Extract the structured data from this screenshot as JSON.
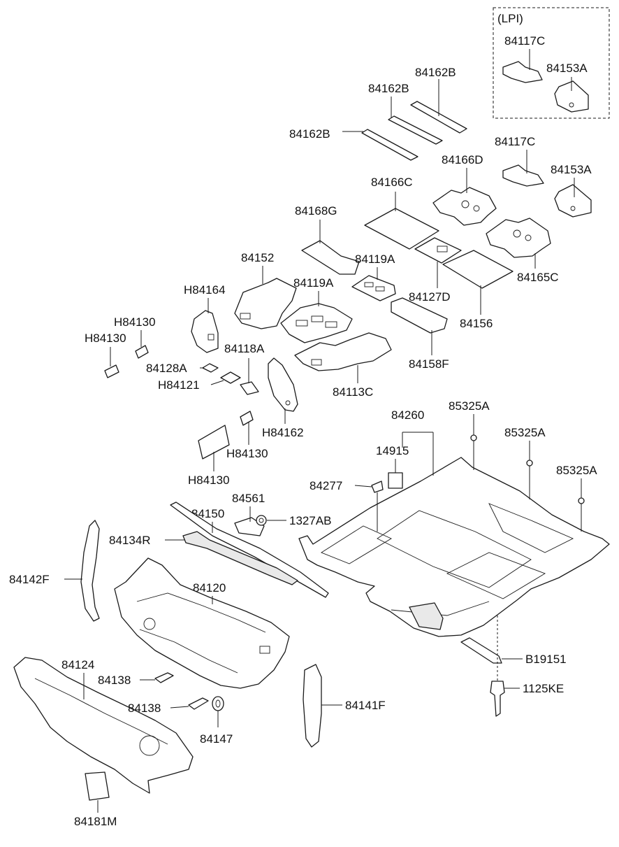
{
  "inset_label": "(LPI)",
  "labels": {
    "l84117C_inset": "84117C",
    "l84153A_inset": "84153A",
    "l84162B_a": "84162B",
    "l84162B_b": "84162B",
    "l84162B_c": "84162B",
    "l84117C": "84117C",
    "l84166D": "84166D",
    "l84153A": "84153A",
    "l84166C": "84166C",
    "l84168G": "84168G",
    "l84119A_a": "84119A",
    "l84165C": "84165C",
    "l84152": "84152",
    "l84119A_b": "84119A",
    "l84127D": "84127D",
    "lH84164": "H84164",
    "l84156": "84156",
    "lH84130_a": "H84130",
    "lH84130_b": "H84130",
    "l84118A": "84118A",
    "l84158F": "84158F",
    "l84128A": "84128A",
    "lH84121": "H84121",
    "l84113C": "84113C",
    "l84260": "84260",
    "l85325A_a": "85325A",
    "l85325A_b": "85325A",
    "l85325A_c": "85325A",
    "lH84162": "H84162",
    "l14915": "14915",
    "lH84130_c": "H84130",
    "lH84130_d": "H84130",
    "l84277": "84277",
    "l84561": "84561",
    "l84150": "84150",
    "l1327AB": "1327AB",
    "l84134R": "84134R",
    "l84142F": "84142F",
    "l84120": "84120",
    "lB19151": "B19151",
    "l84124": "84124",
    "l84138_a": "84138",
    "l1125KE": "1125KE",
    "l84141F": "84141F",
    "l84138_b": "84138",
    "l84147": "84147",
    "l84181M": "84181M"
  }
}
